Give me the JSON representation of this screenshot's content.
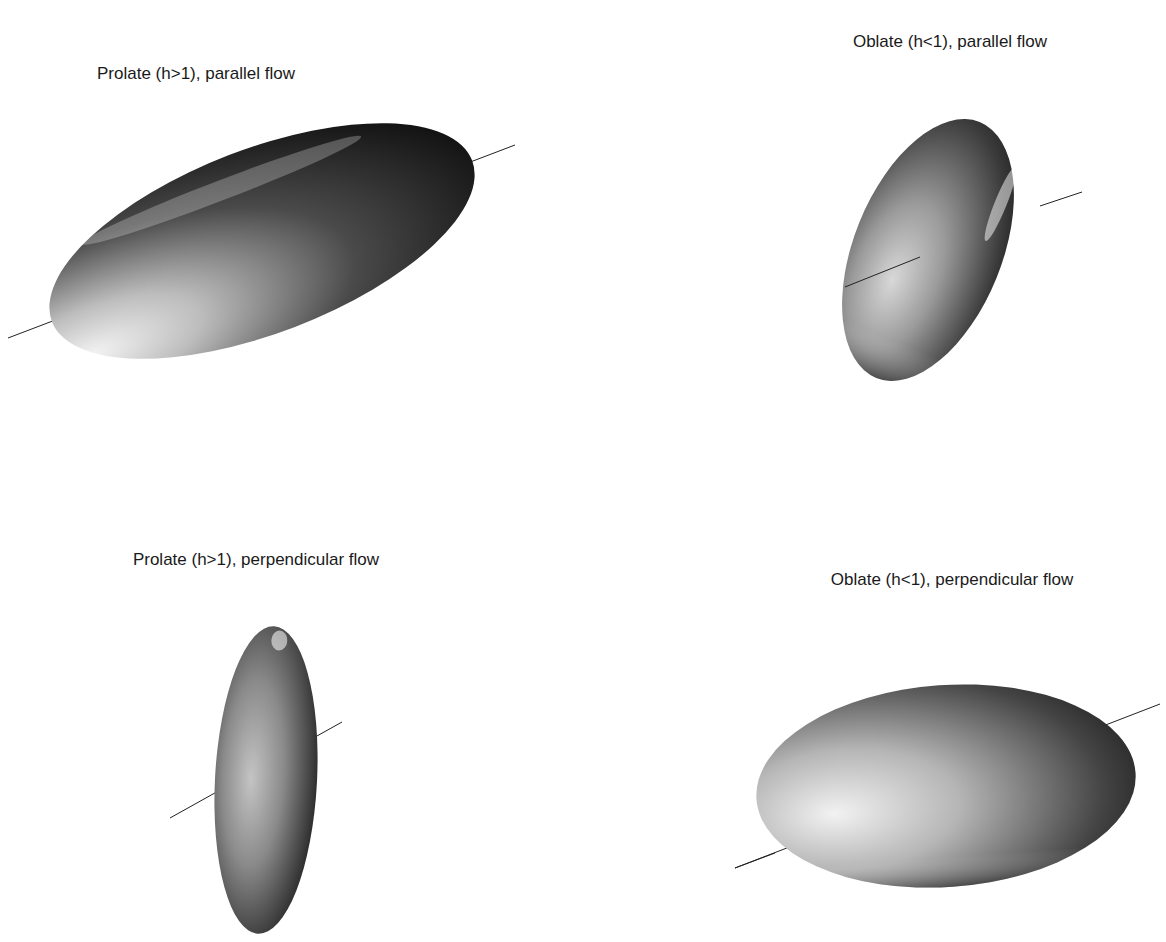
{
  "diagram": {
    "labels": [
      "Prolate (h>1), parallel flow",
      "Oblate (h<1), parallel flow",
      "Prolate (h>1), perpendicular flow",
      "Oblate (h<1), perpendicular flow"
    ]
  }
}
